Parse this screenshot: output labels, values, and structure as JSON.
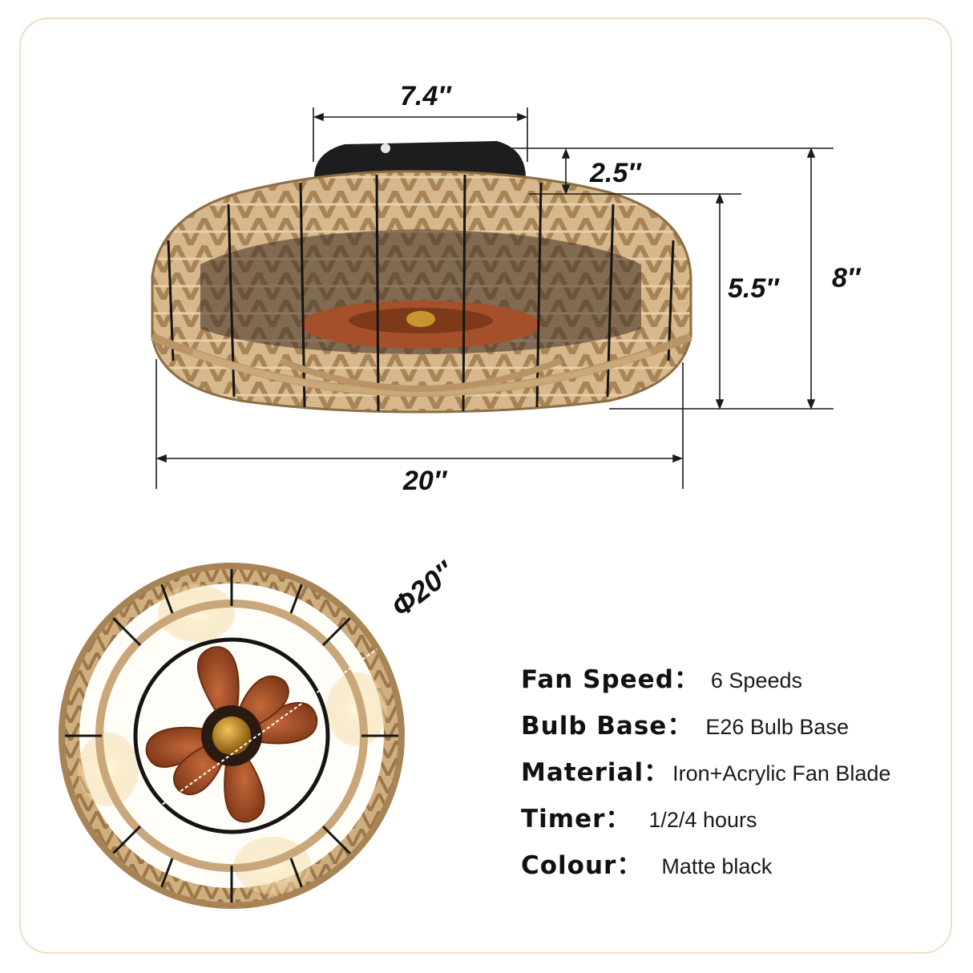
{
  "dimensions": {
    "top_width": "7.4″",
    "canopy_height": "2.5″",
    "body_height": "5.5″",
    "total_height": "8″",
    "overall_width": "20″",
    "diameter": "Φ20″"
  },
  "specs": [
    {
      "key": "Fan Speed：",
      "value": "6 Speeds"
    },
    {
      "key": "Bulb Base：",
      "value": "E26 Bulb Base"
    },
    {
      "key": "Material：",
      "value": "Iron+Acrylic Fan Blade"
    },
    {
      "key": "Timer：",
      "value": "1/2/4 hours"
    },
    {
      "key": "Colour：",
      "value": "Matte black"
    }
  ],
  "colors": {
    "frame_border": "#f3dcc4",
    "rope": "#c9a77a",
    "rope_dark": "#8e6d45",
    "blade": "#a5502a",
    "metal": "#1b1b1b"
  }
}
